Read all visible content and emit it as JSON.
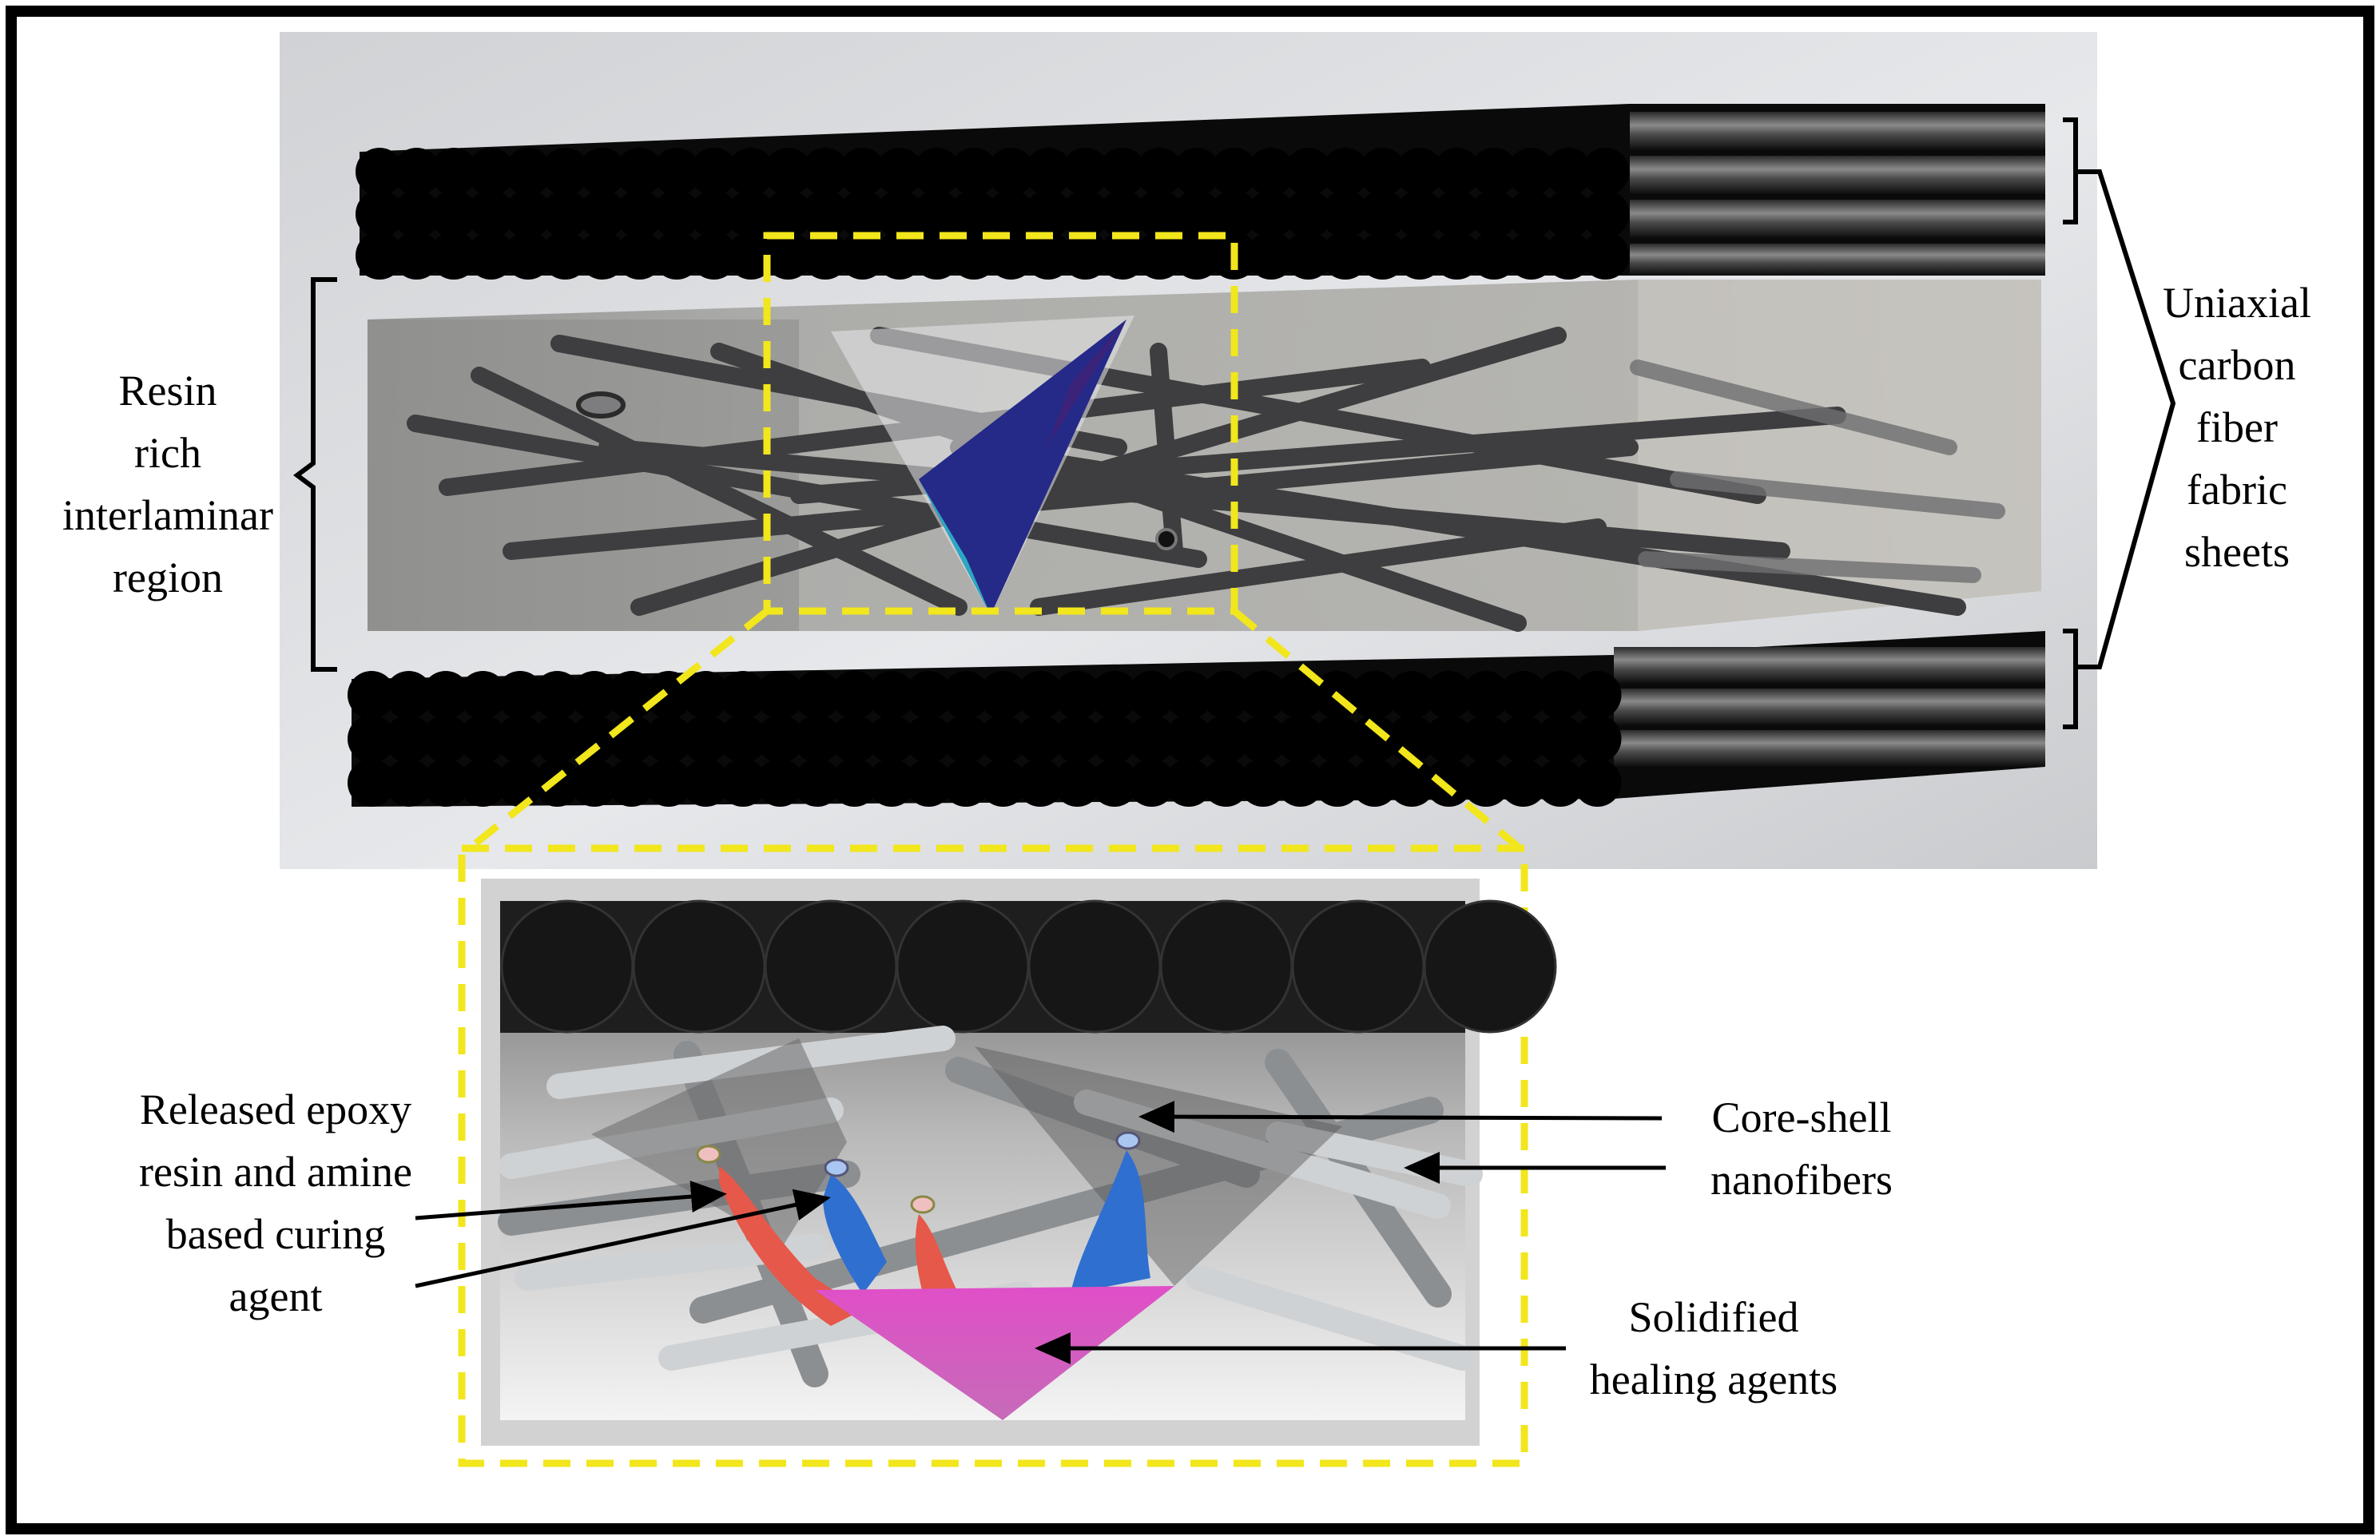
{
  "labels": {
    "resin_region": [
      "Resin",
      "rich",
      "interlaminar",
      "region"
    ],
    "carbon_sheets": [
      "Uniaxial",
      "carbon",
      "fiber",
      "fabric",
      "sheets"
    ],
    "released_agents": [
      "Released epoxy",
      "resin and amine",
      "based curing",
      "agent"
    ],
    "core_shell": [
      "Core-shell",
      "nanofibers"
    ],
    "solidified": [
      "Solidified",
      "healing agents"
    ]
  },
  "colors": {
    "frame": "#000000",
    "highlight_box": "#f2e61c",
    "carbon_fiber": "#0a0a0a",
    "resin": "#9a9a96",
    "nanofiber": "#c9ccce",
    "epoxy_red": "#e5584a",
    "curing_blue": "#2f6fd0",
    "healed_pink": "#cf5fc4",
    "crack_blue": "#262a8c",
    "crack_cyan": "#2aa7c4"
  }
}
